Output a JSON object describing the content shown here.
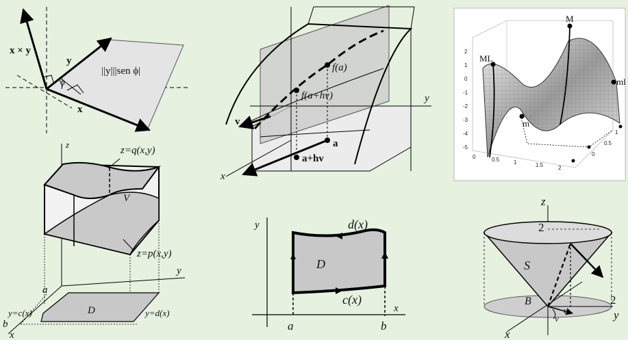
{
  "colors": {
    "background": "#e6f1e0",
    "region_fill": "#c8c8c8",
    "plane_fill": "#d9d9d9",
    "ink": "#000000"
  },
  "vector_diagram": {
    "cross_label": "x × y",
    "y_label": "y",
    "x_label": "x",
    "angle_label": "ϕ",
    "area_label": "||y|||sen ϕ|"
  },
  "directional_derivative": {
    "f_a": "f(a)",
    "f_a_hv": "f(a+hv)",
    "point_a": "a",
    "point_a_hv": "a+hv",
    "v_label": "v",
    "x_axis": "x",
    "y_axis": "y"
  },
  "surface_plot": {
    "max_label": "M",
    "local_max_left": "ML",
    "local_max_right": "ml",
    "min_label": "m",
    "z_ticks": [
      "2",
      "1",
      "0",
      "-1",
      "-2",
      "-3",
      "-4",
      "-5"
    ],
    "x_ticks": [
      "0",
      "0.5",
      "1",
      "1.5",
      "2"
    ],
    "y_ticks": [
      "1",
      "0.5",
      "0"
    ]
  },
  "solid_region": {
    "z_axis": "z",
    "y_axis": "y",
    "x_axis": "x",
    "top_surface": "z=q(x,y)",
    "bottom_surface": "z=p(x,y)",
    "volume_label": "V",
    "region_label": "D",
    "a_label": "a",
    "b_label": "b",
    "lower_curve": "y=c(x)",
    "upper_curve": "y=d(x)"
  },
  "plane_region": {
    "y_axis": "y",
    "x_axis": "x",
    "region_label": "D",
    "top_curve": "d(x)",
    "bottom_curve": "c(x)",
    "a_label": "a",
    "b_label": "b"
  },
  "cone": {
    "z_axis": "z",
    "y_axis": "y",
    "x_axis": "x",
    "height_label": "2",
    "radius_label": "2",
    "surface_label": "S",
    "base_label": "B",
    "u_label": "u",
    "v_label": "v"
  }
}
